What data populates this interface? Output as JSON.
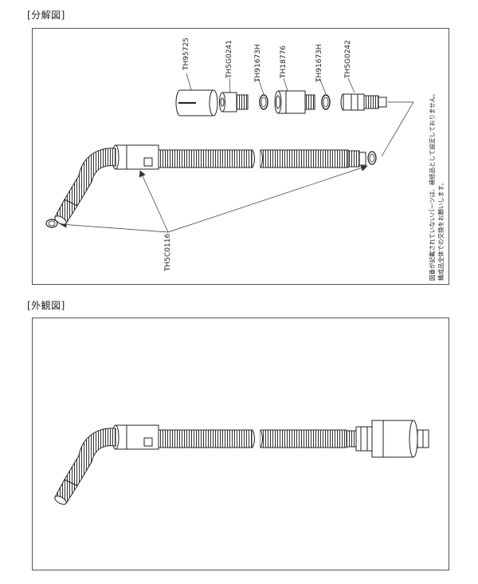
{
  "headings": {
    "exploded": "[分解図]",
    "exterior": "[外観図]"
  },
  "part_numbers": {
    "cap": "TH95725",
    "adapter": "TH5G0241",
    "packing_1": "TH91673H",
    "union_nut": "TH18776",
    "packing_2": "TH91673H",
    "fitting": "TH5G0242",
    "hose_assembly": "TH5C0116"
  },
  "note": {
    "line1": "図番が記載されていないパーツは、補修品として設定しておりません。",
    "line2": "構成品全体での交換をお願いします。"
  }
}
